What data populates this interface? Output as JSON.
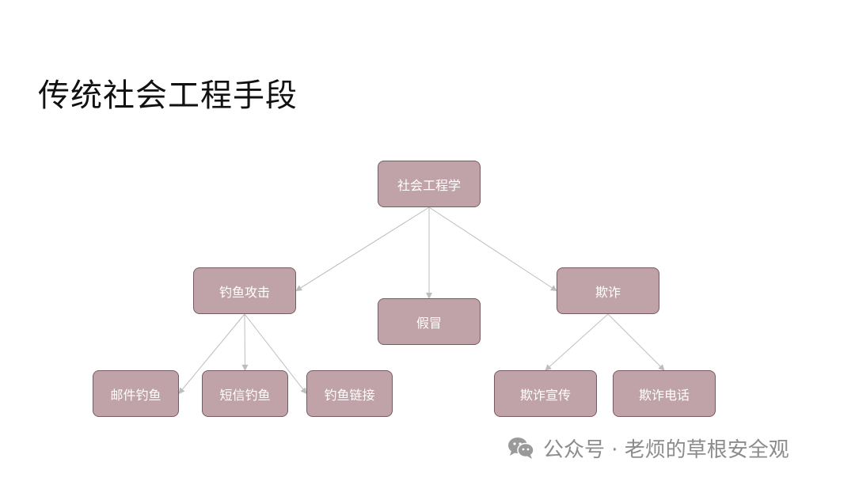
{
  "title": "传统社会工程手段",
  "nodes": {
    "root": "社会工程学",
    "phishing": "钓鱼攻击",
    "impersonation": "假冒",
    "fraud": "欺诈",
    "email_phishing": "邮件钓鱼",
    "sms_phishing": "短信钓鱼",
    "link_phishing": "钓鱼链接",
    "fraud_promotion": "欺诈宣传",
    "fraud_phone": "欺诈电话"
  },
  "edges": [
    [
      "root",
      "phishing"
    ],
    [
      "root",
      "impersonation"
    ],
    [
      "root",
      "fraud"
    ],
    [
      "phishing",
      "email_phishing"
    ],
    [
      "phishing",
      "sms_phishing"
    ],
    [
      "phishing",
      "link_phishing"
    ],
    [
      "fraud",
      "fraud_promotion"
    ],
    [
      "fraud",
      "fraud_phone"
    ]
  ],
  "colors": {
    "node_fill": "#bfa3a8",
    "node_border": "#7a5a62",
    "node_text": "#ffffff",
    "edge": "#bdbdbd",
    "watermark": "#8c8c8c"
  },
  "watermark": {
    "text": "公众号 · 老烦的草根安全观",
    "icon": "wechat-icon"
  }
}
